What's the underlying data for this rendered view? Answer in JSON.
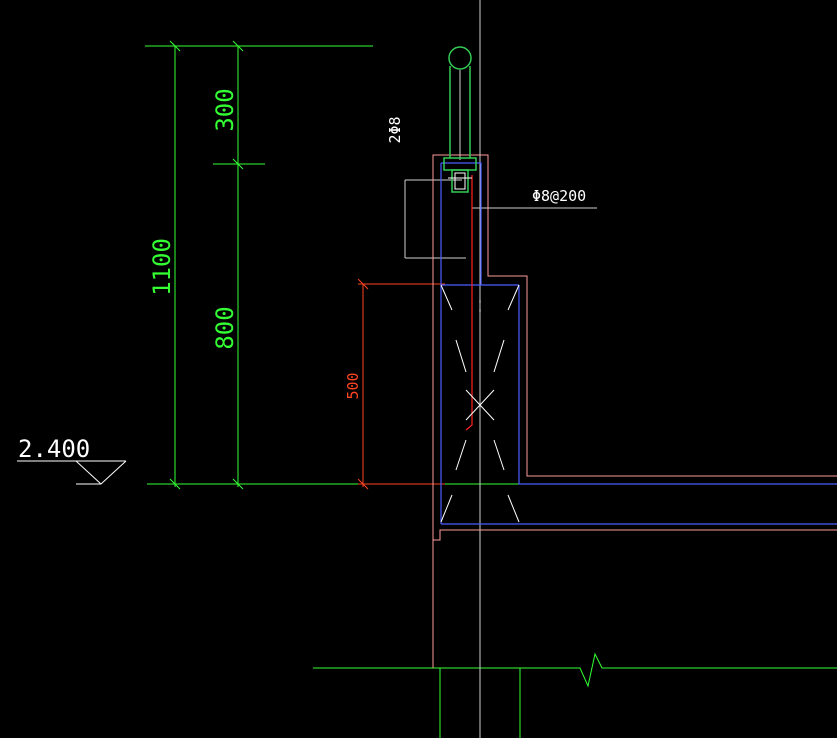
{
  "colors": {
    "background": "#000000",
    "dimension": "#33ff33",
    "dimension_red": "#ff4422",
    "outline": "#ff9a9a",
    "rebar": "#4a5cff",
    "rebar_red": "#ff2222",
    "annotation": "#ffffff",
    "gray": "#cfcfcf",
    "rail": "#33cc55"
  },
  "dimensions": {
    "overall": "1100",
    "upper": "300",
    "lower": "800",
    "sill": "500"
  },
  "elevation": {
    "value": "2.400"
  },
  "rebar_labels": {
    "top_bars": "2Φ8",
    "stirrups": "Φ8@200"
  }
}
